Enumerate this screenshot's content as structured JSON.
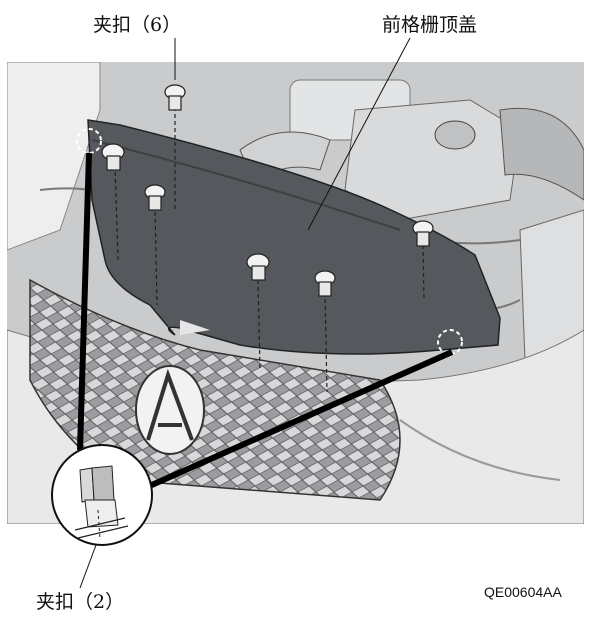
{
  "labels": {
    "clip_top": "夹扣（6）",
    "cover": "前格栅顶盖",
    "clip_bottom": "夹扣（2）",
    "figure_code": "QE00604AA"
  },
  "icons": [
    "car-emblem-icon",
    "push-clip-icon",
    "detail-clip-icon"
  ],
  "colors": {
    "cover": "#5a5c5f",
    "engine_bg": "#cfd1d3",
    "line": "#111111"
  }
}
